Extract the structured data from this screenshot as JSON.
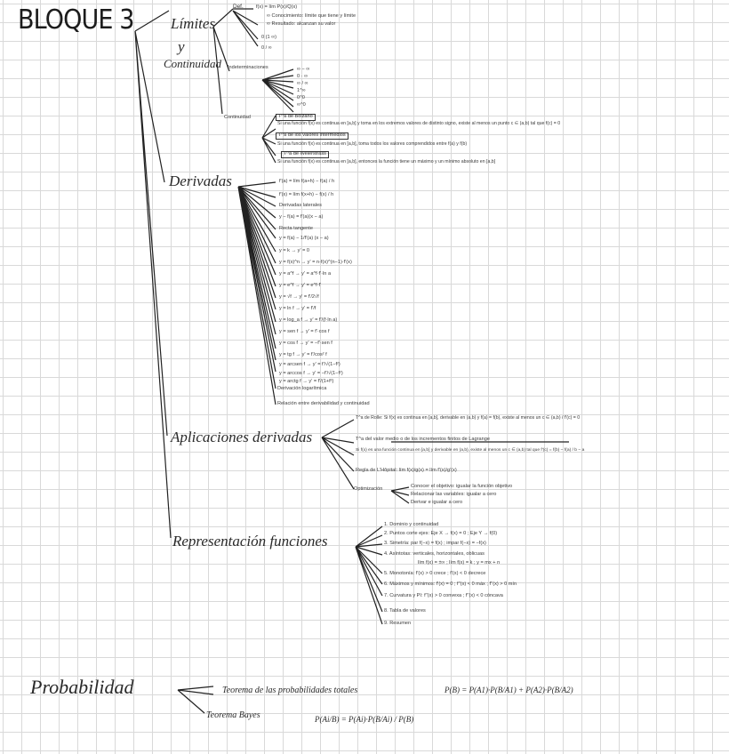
{
  "colors": {
    "ink": "#1c1c1c",
    "grid": "#d9d9d9",
    "paper": "#ffffff"
  },
  "title": "BLOQUE 3",
  "limites": {
    "heading1": "Límites",
    "heading2": "y",
    "heading3": "Continuidad",
    "sub_def": "Def.",
    "indet_label": "Indeterminaciones",
    "cont_label": "Continuidad",
    "lines": [
      "f(x) = lím P(x)/Q(x)",
      "∞ Conocimiento: límite que tiene  y límite",
      "∞ Resultado: alcanzan su valor",
      "0 (1 ∞)",
      "0 / ∞",
      "∞ − ∞",
      "0 · ∞",
      "∞ / ∞",
      "1^∞",
      "0^0",
      "∞^0",
      "T^a de Bolzano",
      "Si una función f(x) es continua en [a,b] y toma en los extremos valores de distinto signo, existe al menos un punto c ∈ (a,b) tal que f(c) = 0",
      "T^a de los valores intermedios",
      "Si una función f(x) es continua en [a,b], toma todos los valores comprendidos entre f(a) y f(b)",
      "T^a de Weierstrass",
      "Si una función f(x) es continua en [a,b], entonces la función tiene un máximo y un mínimo absoluto en [a,b]"
    ]
  },
  "derivadas": {
    "heading": "Derivadas",
    "lines": [
      "f'(a) = lím f(a+h) − f(a) / h",
      "f'(x) = lím f(x+h) − f(x) / h",
      "Derivadas laterales",
      "y − f(a) = f'(a)(x − a)",
      "Recta tangente",
      "y = f(a) − 1/f'(a) (x − a)",
      "y = k → y' = 0",
      "y = f(x)^n → y' = n·f(x)^(n−1)·f'(x)",
      "y = a^f → y' = a^f·f'·ln a",
      "y = e^f → y' = e^f·f'",
      "y = √f → y' = f'/2√f",
      "y = ln f → y' = f'/f",
      "y = log_a f → y' = f'/(f·ln a)",
      "y = sen f → y' = f'·cos f",
      "y = cos f → y' = −f'·sen f",
      "y = tg f → y' = f'/cos² f",
      "y = arcsen f → y' = f'/√(1−f²)",
      "y = arccos f → y' = −f'/√(1−f²)",
      "y = arctg f → y' = f'/(1+f²)",
      "Derivación logarítmica",
      "Relación entre derivabilidad y continuidad"
    ]
  },
  "aplicaciones": {
    "heading": "Aplicaciones derivadas",
    "lines": [
      "T^a de Rolle: Si f(x) es continua en [a,b], derivable en (a,b) y f(a) = f(b), existe al menos un c ∈ (a,b) / f'(c) = 0",
      "T^a del valor medio o de los incrementos finitos de Lagrange",
      "Si f(x) es una función continua en [a,b] y derivable en (a,b), existe al menos un c ∈ (a,b) tal que f'(c) = f(b) − f(a) / b − a",
      "Regla de L'Hôpital: lím f(x)/g(x) = lím f'(x)/g'(x)",
      "Optimización",
      "Conocer el objetivo: igualar la función objetivo",
      "Relacionar las variables: igualar a cero",
      "Derivar e igualar a cero"
    ]
  },
  "representacion": {
    "heading": "Representación funciones",
    "lines": [
      "1. Dominio y continuidad",
      "2. Puntos corte ejes: Eje X → f(x) = 0 ; Eje Y → f(0)",
      "3. Simetría: par f(−x) = f(x) ; impar f(−x) = −f(x)",
      "4. Asíntotas: verticales, horizontales, oblicuas",
      "lím f(x) = ±∞ ; lím f(x) = k ; y = mx + n",
      "5. Monotonía: f'(x) > 0 crece ; f'(x) < 0 decrece",
      "6. Máximos y mínimos: f'(x) = 0 ; f''(x) < 0 máx ; f''(x) > 0 mín",
      "7. Curvatura y PI: f''(x) > 0 convexa ; f''(x) < 0 cóncava",
      "8. Tabla de valores",
      "9. Resumen"
    ]
  },
  "probabilidad": {
    "heading": "Probabilidad",
    "line1_label": "Teorema de las probabilidades totales",
    "line1_formula": "P(B) = P(A1)·P(B/A1) + P(A2)·P(B/A2)",
    "line2_label": "Teorema Bayes",
    "line2_formula": "P(Ai/B) = P(Ai)·P(B/Ai) / P(B)"
  }
}
